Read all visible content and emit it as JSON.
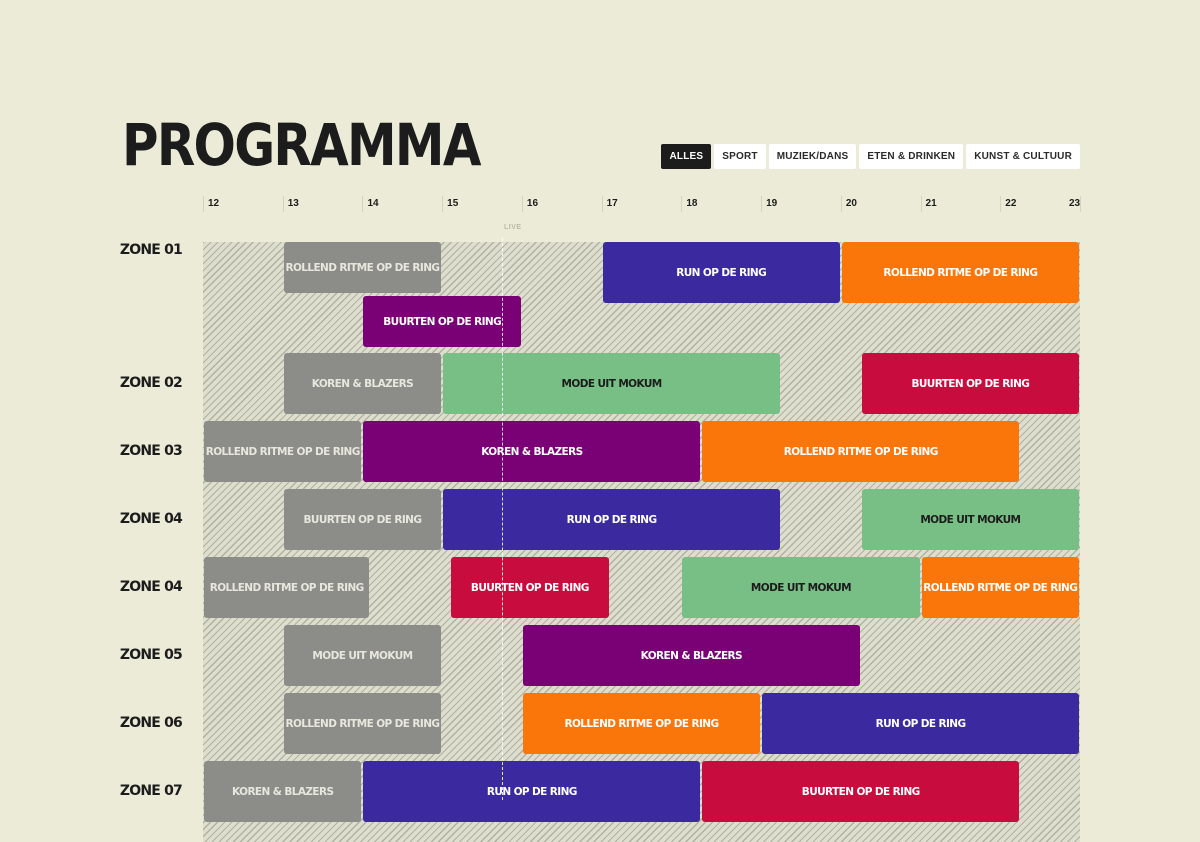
{
  "page": {
    "title": "PROGRAMMA"
  },
  "filters": [
    {
      "label": "ALLES",
      "active": true
    },
    {
      "label": "SPORT",
      "active": false
    },
    {
      "label": "MUZIEK/DANS",
      "active": false
    },
    {
      "label": "ETEN & DRINKEN",
      "active": false
    },
    {
      "label": "KUNST & CULTUUR",
      "active": false
    }
  ],
  "timeline": {
    "hours": [
      "12",
      "13",
      "14",
      "15",
      "16",
      "17",
      "18",
      "19",
      "20",
      "21",
      "22",
      "23"
    ],
    "live_label": "LIVE",
    "live_time": 15.75
  },
  "colors": {
    "grey": "#8c8c89",
    "purple": "#7a0076",
    "indigo": "#3b2a9f",
    "orange": "#fa760b",
    "green": "#78bf86",
    "red": "#c80d3e"
  },
  "zones": [
    {
      "label": "ZONE 01",
      "rows": [
        [
          {
            "title": "ROLLEND RITME OP DE RING",
            "start": 13,
            "end": 15,
            "color": "grey"
          },
          {
            "title": "RUN OP DE RING",
            "start": 17,
            "end": 20,
            "color": "indigo"
          },
          {
            "title": "ROLLEND RITME OP DE RING",
            "start": 20,
            "end": 23,
            "color": "orange"
          }
        ],
        [
          {
            "title": "BUURTEN OP DE RING",
            "start": 14,
            "end": 16,
            "color": "purple"
          }
        ]
      ]
    },
    {
      "label": "ZONE 02",
      "rows": [
        [
          {
            "title": "KOREN & BLAZERS",
            "start": 13,
            "end": 15,
            "color": "grey"
          },
          {
            "title": "MODE UIT MOKUM",
            "start": 15,
            "end": 19.25,
            "color": "green"
          },
          {
            "title": "BUURTEN OP DE RING",
            "start": 20.25,
            "end": 23,
            "color": "red"
          }
        ]
      ]
    },
    {
      "label": "ZONE 03",
      "rows": [
        [
          {
            "title": "ROLLEND RITME OP DE RING",
            "start": 12,
            "end": 14,
            "color": "grey"
          },
          {
            "title": "KOREN & BLAZERS",
            "start": 14,
            "end": 18.25,
            "color": "purple"
          },
          {
            "title": "ROLLEND RITME OP DE RING",
            "start": 18.25,
            "end": 22.25,
            "color": "orange"
          }
        ]
      ]
    },
    {
      "label": "ZONE 04",
      "rows": [
        [
          {
            "title": "BUURTEN OP DE RING",
            "start": 13,
            "end": 15,
            "color": "grey"
          },
          {
            "title": "RUN OP DE RING",
            "start": 15,
            "end": 19.25,
            "color": "indigo"
          },
          {
            "title": "MODE UIT MOKUM",
            "start": 20.25,
            "end": 23,
            "color": "green"
          }
        ]
      ]
    },
    {
      "label": "ZONE 04",
      "rows": [
        [
          {
            "title": "ROLLEND RITME OP DE RING",
            "start": 12,
            "end": 14.1,
            "color": "grey"
          },
          {
            "title": "BUURTEN OP DE RING",
            "start": 15.1,
            "end": 17.1,
            "color": "red"
          },
          {
            "title": "MODE UIT MOKUM",
            "start": 18,
            "end": 21,
            "color": "green"
          },
          {
            "title": "ROLLEND RITME OP DE RING",
            "start": 21,
            "end": 23,
            "color": "orange"
          }
        ]
      ]
    },
    {
      "label": "ZONE 05",
      "rows": [
        [
          {
            "title": "MODE UIT MOKUM",
            "start": 13,
            "end": 15,
            "color": "grey"
          },
          {
            "title": "KOREN & BLAZERS",
            "start": 16,
            "end": 20.25,
            "color": "purple"
          }
        ]
      ]
    },
    {
      "label": "ZONE 06",
      "rows": [
        [
          {
            "title": "ROLLEND RITME OP DE RING",
            "start": 13,
            "end": 15,
            "color": "grey"
          },
          {
            "title": "ROLLEND RITME OP DE RING",
            "start": 16,
            "end": 19,
            "color": "orange"
          },
          {
            "title": "RUN OP DE RING",
            "start": 19,
            "end": 23,
            "color": "indigo"
          }
        ]
      ]
    },
    {
      "label": "ZONE 07",
      "rows": [
        [
          {
            "title": "KOREN & BLAZERS",
            "start": 12,
            "end": 14,
            "color": "grey"
          },
          {
            "title": "RUN OP DE RING",
            "start": 14,
            "end": 18.25,
            "color": "indigo"
          },
          {
            "title": "BUURTEN OP DE RING",
            "start": 18.25,
            "end": 22.25,
            "color": "red"
          }
        ]
      ]
    }
  ]
}
